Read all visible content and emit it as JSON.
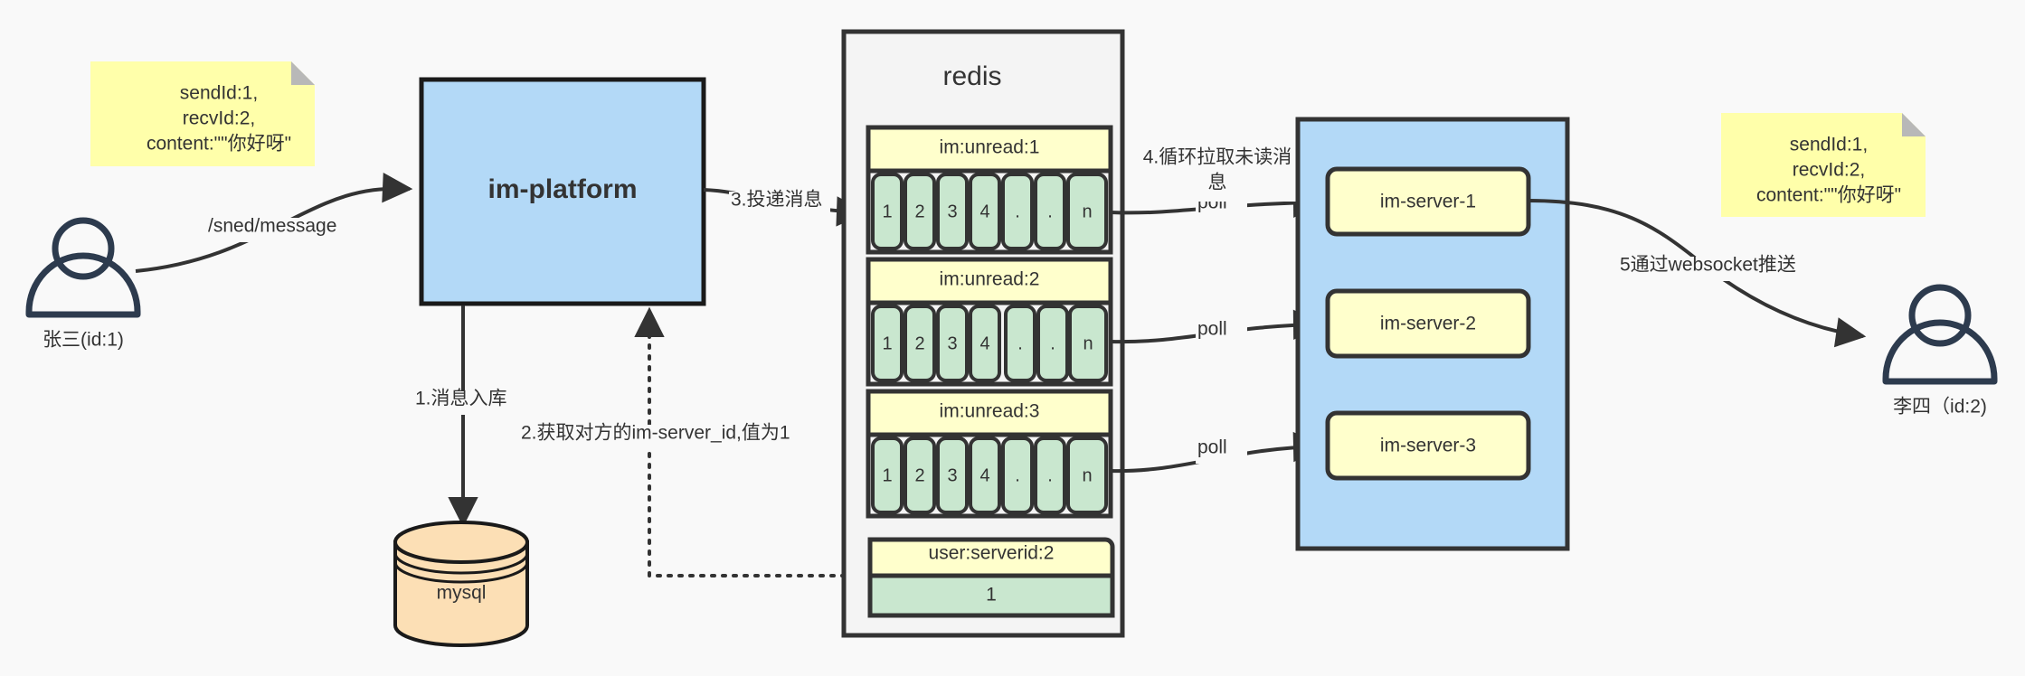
{
  "diagram": {
    "background_color": "#f9f9f9",
    "actors": [
      {
        "id": "sender",
        "label": "张三(id:1)",
        "icon": "user-icon"
      },
      {
        "id": "receiver",
        "label": "李四（id:2)",
        "icon": "user-icon"
      }
    ],
    "notes": [
      {
        "id": "note-left",
        "lines": [
          "sendId:1,",
          "recvId:2,",
          "content:\"\"你好呀\""
        ],
        "color": "#ffffaa"
      },
      {
        "id": "note-right",
        "lines": [
          "sendId:1,",
          "recvId:2,",
          "content:\"\"你好呀\""
        ],
        "color": "#ffffaa"
      }
    ],
    "platform": {
      "label": "im-platform",
      "color": "#b3d9f7"
    },
    "database": {
      "label": "mysql",
      "color": "#fcdfb5"
    },
    "redis": {
      "title": "redis",
      "color": "#f4f4f4",
      "lists": [
        {
          "key": "im:unread:1",
          "cells": [
            "1",
            "2",
            "3",
            "4",
            ".",
            ".",
            "n"
          ]
        },
        {
          "key": "im:unread:2",
          "cells": [
            "1",
            "2",
            "3",
            "4",
            ".",
            ".",
            "n"
          ]
        },
        {
          "key": "im:unread:3",
          "cells": [
            "1",
            "2",
            "3",
            "4",
            ".",
            ".",
            "n"
          ]
        }
      ],
      "kv": {
        "key": "user:serverid:2",
        "value": "1"
      },
      "header_color": "#ffffcc",
      "cell_color": "#c9e7cf"
    },
    "server_cluster": {
      "color": "#b3d9f7",
      "servers": [
        {
          "label": "im-server-1"
        },
        {
          "label": "im-server-2"
        },
        {
          "label": "im-server-3"
        }
      ],
      "server_color": "#ffffcc"
    },
    "edges": [
      {
        "id": "edge-send",
        "label": "/sned/message"
      },
      {
        "id": "edge-store",
        "label": "1.消息入库"
      },
      {
        "id": "edge-fetch-serverid",
        "label": "2.获取对方的im-server_id,值为1"
      },
      {
        "id": "edge-deliver",
        "label": "3.投递消息"
      },
      {
        "id": "edge-loop-pull",
        "label": "4.循环拉取未读消\n息"
      },
      {
        "id": "edge-loop-pull-line1",
        "label": "4.循环拉取未读消"
      },
      {
        "id": "edge-loop-pull-line2",
        "label": "息"
      },
      {
        "id": "edge-poll-1",
        "label": "poll"
      },
      {
        "id": "edge-poll-2",
        "label": "poll"
      },
      {
        "id": "edge-poll-3",
        "label": "poll"
      },
      {
        "id": "edge-ws-push",
        "label": "5通过websocket推送"
      }
    ]
  }
}
